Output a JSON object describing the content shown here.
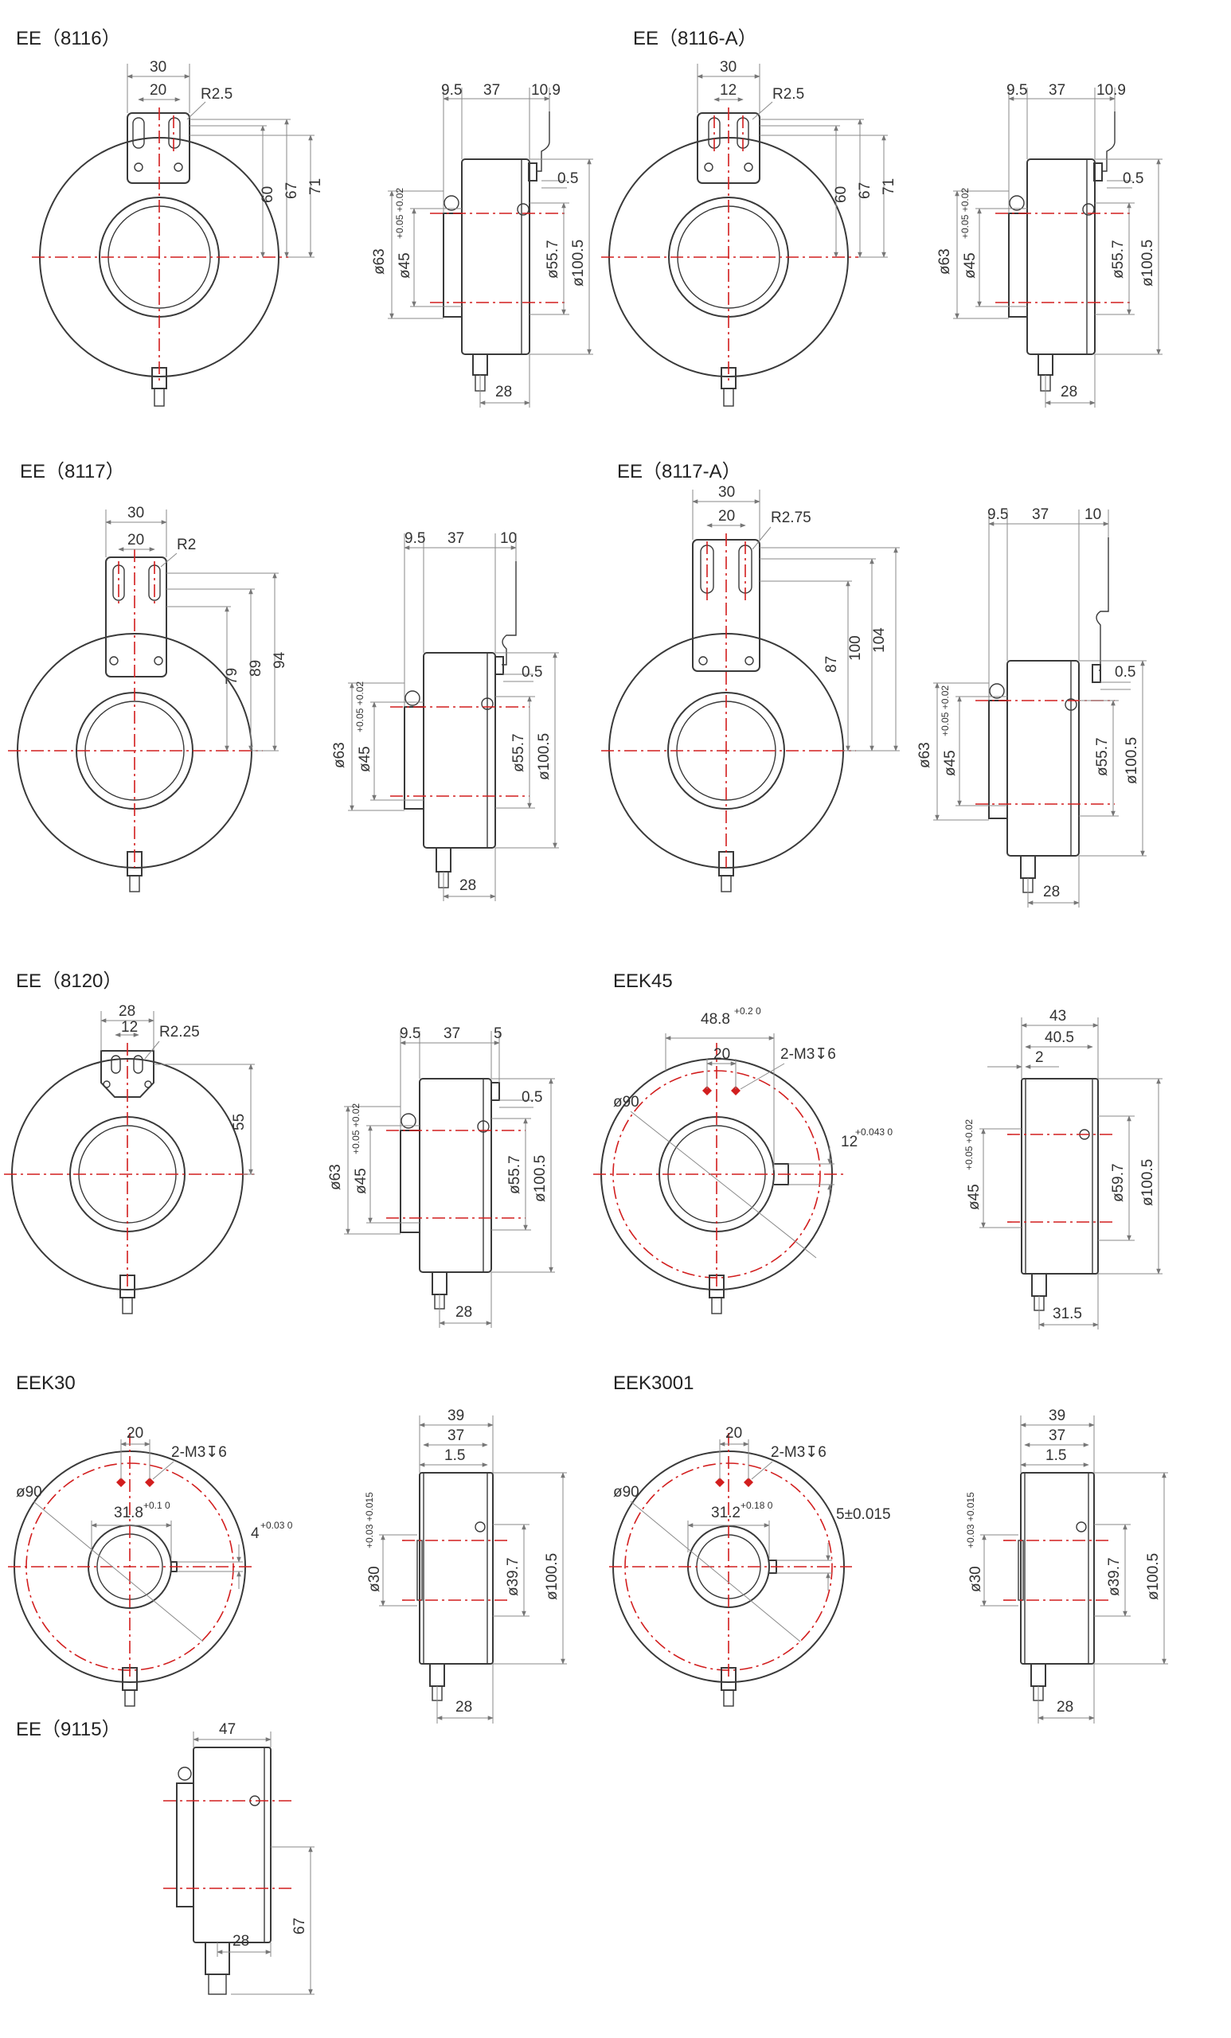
{
  "colors": {
    "outline": "#3a3a3a",
    "centerline": "#d21e1e",
    "dimension": "#8a8a8a"
  },
  "models": {
    "m8116": {
      "title": "EE（8116）",
      "front": {
        "w30": "30",
        "w20": "20",
        "r": "R2.5",
        "h60": "60",
        "h67": "67",
        "h71": "71"
      },
      "side": {
        "a": "9.5",
        "b": "37",
        "c": "10.9",
        "gap": "0.5",
        "d63": "ø63",
        "d45": "ø45",
        "d45tol": "+0.05 +0.02",
        "d557": "ø55.7",
        "d1005": "ø100.5",
        "len28": "28"
      }
    },
    "m8116a": {
      "title": "EE（8116-A）",
      "front": {
        "w30": "30",
        "w12": "12",
        "r": "R2.5",
        "h60": "60",
        "h67": "67",
        "h71": "71"
      },
      "side": {
        "a": "9.5",
        "b": "37",
        "c": "10.9",
        "gap": "0.5",
        "d63": "ø63",
        "d45": "ø45",
        "d45tol": "+0.05 +0.02",
        "d557": "ø55.7",
        "d1005": "ø100.5",
        "len28": "28"
      }
    },
    "m8117": {
      "title": "EE（8117）",
      "front": {
        "w30": "30",
        "w20": "20",
        "r": "R2",
        "h79": "79",
        "h89": "89",
        "h94": "94"
      },
      "side": {
        "a": "9.5",
        "b": "37",
        "c": "10",
        "gap": "0.5",
        "d63": "ø63",
        "d45": "ø45",
        "d45tol": "+0.05 +0.02",
        "d557": "ø55.7",
        "d1005": "ø100.5",
        "len28": "28"
      }
    },
    "m8117a": {
      "title": "EE（8117-A）",
      "front": {
        "w30": "30",
        "w20": "20",
        "r": "R2.75",
        "h87": "87",
        "h100": "100",
        "h104": "104"
      },
      "side": {
        "a": "9.5",
        "b": "37",
        "c": "10",
        "gap": "0.5",
        "d63": "ø63",
        "d45": "ø45",
        "d45tol": "+0.05 +0.02",
        "d557": "ø55.7",
        "d1005": "ø100.5",
        "len28": "28"
      }
    },
    "m8120": {
      "title": "EE（8120）",
      "front": {
        "w28": "28",
        "w12": "12",
        "r": "R2.25",
        "h55": "55"
      },
      "side": {
        "a": "9.5",
        "b": "37",
        "c": "5",
        "gap": "0.5",
        "d63": "ø63",
        "d45": "ø45",
        "d45tol": "+0.05 +0.02",
        "d557": "ø55.7",
        "d1005": "ø100.5",
        "len28": "28"
      }
    },
    "eek45": {
      "title": "EEK45",
      "front": {
        "w488": "48.8",
        "w488tol": "+0.2 0",
        "w20": "20",
        "holes": "2-M3↧6",
        "d90": "ø90",
        "key": "12",
        "keytol": "+0.043 0"
      },
      "side": {
        "w43": "43",
        "w405": "40.5",
        "w2": "2",
        "d45": "ø45",
        "d45tol": "+0.05 +0.02",
        "d597": "ø59.7",
        "d1005": "ø100.5",
        "len315": "31.5"
      }
    },
    "eek30": {
      "title": "EEK30",
      "front": {
        "w20": "20",
        "holes": "2-M3↧6",
        "d90": "ø90",
        "bore": "31.8",
        "boretol": "+0.1 0",
        "key": "4",
        "keytol": "+0.03 0"
      },
      "side": {
        "w39": "39",
        "w37": "37",
        "w15": "1.5",
        "d30": "ø30",
        "d30tol": "+0.03 +0.015",
        "d397": "ø39.7",
        "d1005": "ø100.5",
        "len28": "28"
      }
    },
    "eek3001": {
      "title": "EEK3001",
      "front": {
        "w20": "20",
        "holes": "2-M3↧6",
        "d90": "ø90",
        "bore": "31.2",
        "boretol": "+0.18 0",
        "key": "5±0.015"
      },
      "side": {
        "w39": "39",
        "w37": "37",
        "w15": "1.5",
        "d30": "ø30",
        "d30tol": "+0.03 +0.015",
        "d397": "ø39.7",
        "d1005": "ø100.5",
        "len28": "28"
      }
    },
    "m9115": {
      "title": "EE（9115）",
      "side": {
        "w47": "47",
        "len28": "28",
        "h67": "67"
      }
    }
  }
}
